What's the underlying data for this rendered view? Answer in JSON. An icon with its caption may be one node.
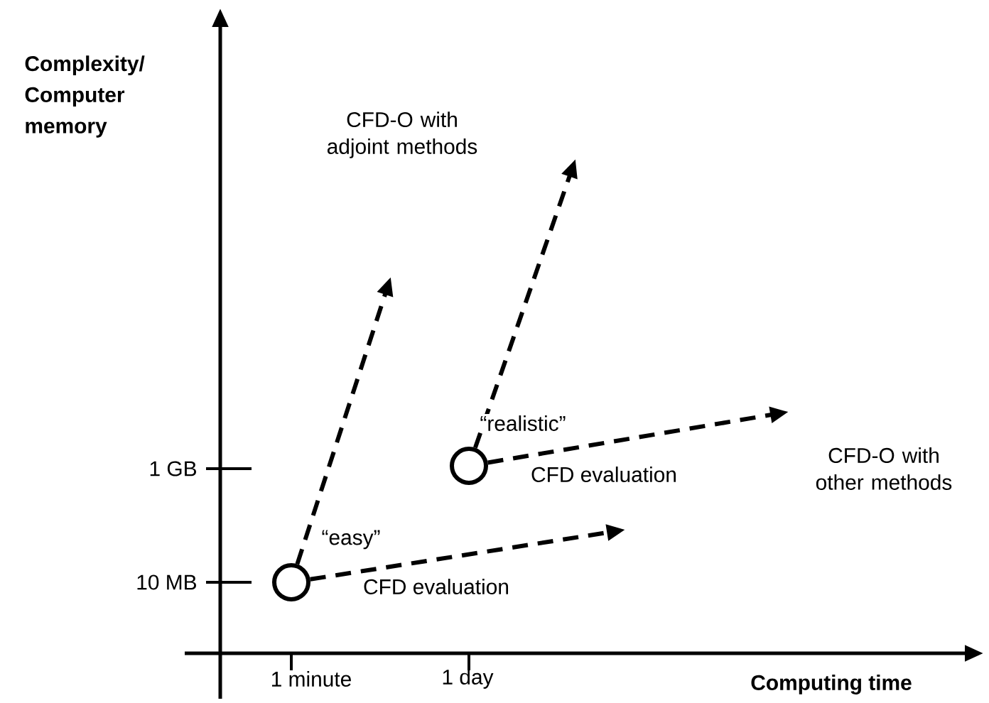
{
  "diagram": {
    "nodes": [
      {
        "text": [],
        "shape": "circle",
        "beside": [
          "“easy”",
          "CFD evaluation"
        ]
      },
      {
        "text": [],
        "shape": "circle",
        "beside": [
          "“realistic”",
          "CFD evaluation"
        ]
      }
    ],
    "edges": [
      {
        "from": 0,
        "to": null,
        "arrow": "to",
        "style": "dashed"
      },
      {
        "from": 0,
        "to": null,
        "arrow": "to",
        "style": "dashed"
      },
      {
        "from": 1,
        "to": null,
        "arrow": "to",
        "style": "dashed"
      },
      {
        "from": 1,
        "to": null,
        "arrow": "to",
        "style": "dashed"
      }
    ],
    "labels": [
      "Complexity/ Computer memory",
      "CFD-O with adjoint methods",
      "1 GB",
      "CFD-O with other methods",
      "10 MB",
      "1 minute",
      "1 day",
      "Computing time"
    ]
  }
}
